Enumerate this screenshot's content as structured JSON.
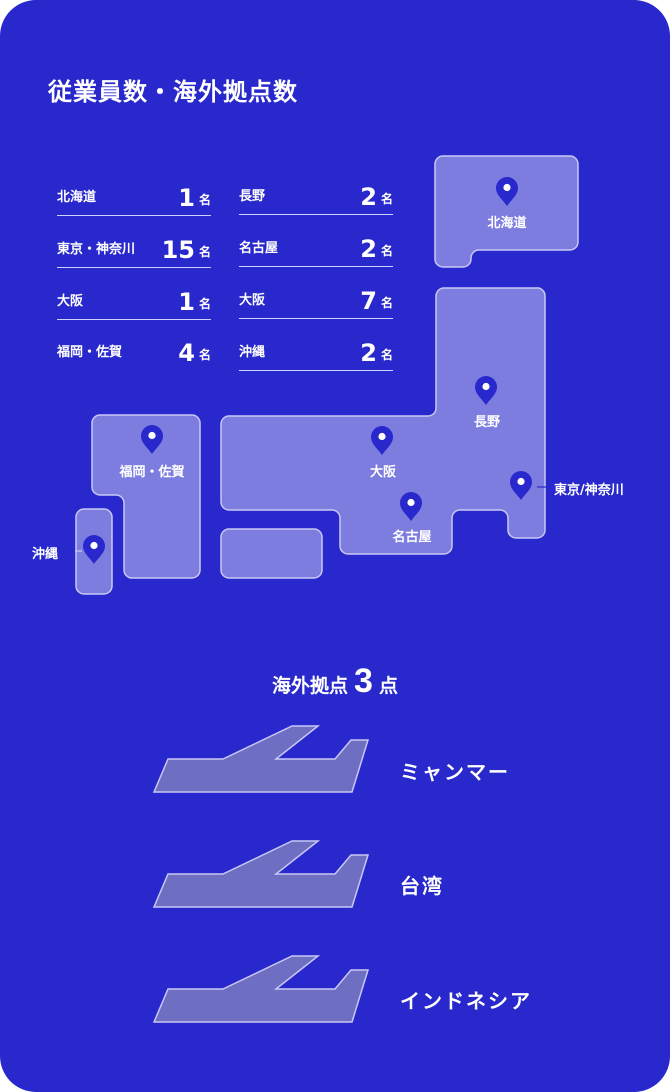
{
  "header": {
    "title": "従業員数・海外拠点数"
  },
  "colors": {
    "background": "#2828cc",
    "region_fill": "#7d7de0",
    "region_stroke": "#c8c8f5",
    "pin": "#2828cc",
    "plane_fill": "#6e6ec2"
  },
  "stats": {
    "unit": "名",
    "left": [
      {
        "label": "北海道",
        "count": "1"
      },
      {
        "label": "東京・神奈川",
        "count": "15"
      },
      {
        "label": "大阪",
        "count": "1"
      },
      {
        "label": "福岡・佐賀",
        "count": "4"
      }
    ],
    "right": [
      {
        "label": "長野",
        "count": "2"
      },
      {
        "label": "名古屋",
        "count": "2"
      },
      {
        "label": "大阪",
        "count": "7"
      },
      {
        "label": "沖縄",
        "count": "2"
      }
    ]
  },
  "map": {
    "pins": [
      {
        "id": "hokkaido",
        "label": "北海道"
      },
      {
        "id": "nagano",
        "label": "長野"
      },
      {
        "id": "osaka",
        "label": "大阪"
      },
      {
        "id": "nagoya",
        "label": "名古屋"
      },
      {
        "id": "tokyo",
        "label": "東京/神奈川"
      },
      {
        "id": "fukuoka",
        "label": "福岡・佐賀"
      },
      {
        "id": "okinawa",
        "label": "沖縄"
      }
    ]
  },
  "overseas": {
    "prefix": "海外拠点",
    "count": "3",
    "suffix": "点",
    "countries": [
      "ミャンマー",
      "台湾",
      "インドネシア"
    ]
  }
}
